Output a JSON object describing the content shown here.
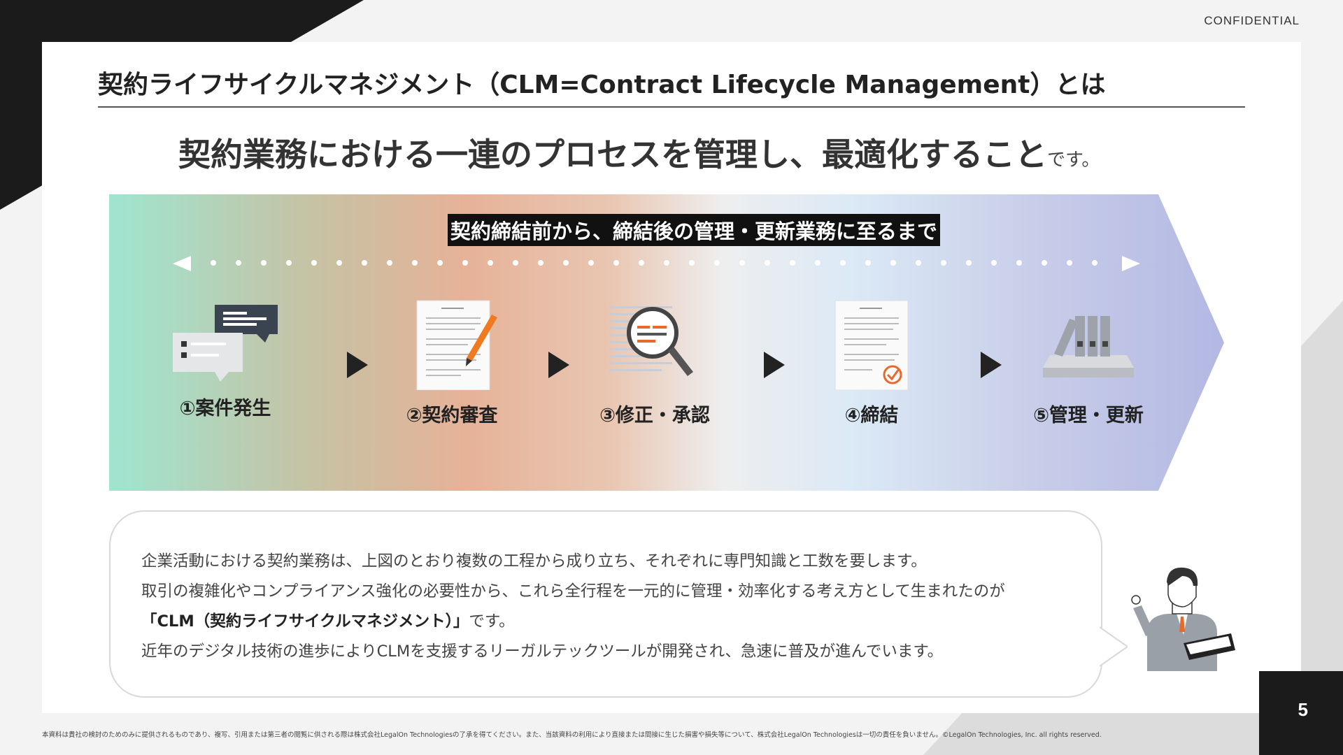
{
  "header": {
    "confidential": "CONFIDENTIAL"
  },
  "slide": {
    "title": "契約ライフサイクルマネジメント（CLM=Contract Lifecycle Management）とは",
    "headline_main": "契約業務における一連のプロセスを管理し、最適化すること",
    "headline_suffix": "です。"
  },
  "process": {
    "span_label": "契約締結前から、締結後の管理・更新業務に至るまで",
    "steps": [
      {
        "label": "①案件発生",
        "icon": "chat-bubbles-icon"
      },
      {
        "label": "②契約審査",
        "icon": "document-pen-icon"
      },
      {
        "label": "③修正・承認",
        "icon": "magnifier-document-icon"
      },
      {
        "label": "④締結",
        "icon": "document-check-icon"
      },
      {
        "label": "⑤管理・更新",
        "icon": "binders-icon"
      }
    ]
  },
  "description": {
    "line1": "企業活動における契約業務は、上図のとおり複数の工程から成り立ち、それぞれに専門知識と工数を要します。",
    "line2": "取引の複雑化やコンプライアンス強化の必要性から、これら全行程を一元的に管理・効率化する考え方として生まれたのが",
    "line3_strong": "「CLM（契約ライフサイクルマネジメント）」",
    "line3_rest": "です。",
    "line4": "近年のデジタル技術の進歩によりCLMを支援するリーガルテックツールが開発され、急速に普及が進んでいます。"
  },
  "footer": {
    "disclaimer": "本資料は貴社の検討のためのみに提供されるものであり、複写、引用または第三者の閲覧に供される際は株式会社LegalOn Technologiesの了承を得てください。また、当該資料の利用により直接または間接に生じた損害や損失等について、株式会社LegalOn Technologiesは一切の責任を負いません。©LegalOn Technologies, Inc. all rights reserved.",
    "page_number": "5"
  },
  "colors": {
    "accent": "#ff6a00",
    "dark": "#1b1b1b"
  }
}
